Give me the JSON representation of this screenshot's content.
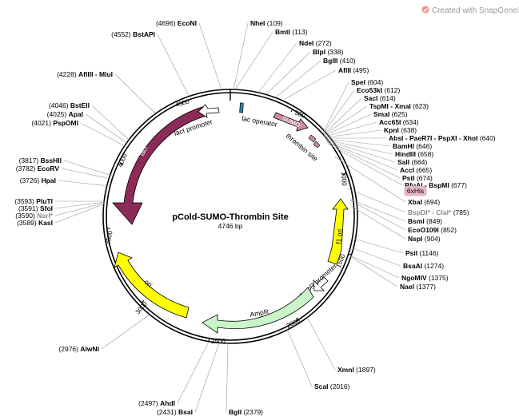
{
  "plasmid": {
    "name": "pCold-SUMO-Thrombin Site",
    "length_label": "4746 bp",
    "length": 4746
  },
  "watermark": {
    "text": "Created with SnapGene®"
  },
  "ticks": [
    "500",
    "1000",
    "1500",
    "2000",
    "2500",
    "3000",
    "3500",
    "4000",
    "4500"
  ],
  "features": {
    "laci": "lacI",
    "laci_promoter": "lacI promoter",
    "lac_operator": "lac operator",
    "sumo": "SUMO",
    "thrombin_site": "thrombin site",
    "sixhis": "6xHis",
    "f1_ori": "f1 ori",
    "ampr_promoter": "AmpR promoter",
    "ampr": "AmpR",
    "ori": "ori"
  },
  "sites": [
    {
      "id": "ecoNI",
      "name": "EcoNI",
      "pos": "(4696)"
    },
    {
      "id": "bstAPI",
      "name": "BstAPI",
      "pos": "(4552)"
    },
    {
      "id": "aflIII",
      "name": "AflIII - MluI",
      "pos": "(4228)"
    },
    {
      "id": "bstEII",
      "name": "BstEII",
      "pos": "(4046)"
    },
    {
      "id": "apaI",
      "name": "ApaI",
      "pos": "(4025)"
    },
    {
      "id": "pspOMI",
      "name": "PspOMI",
      "pos": "(4021)"
    },
    {
      "id": "bssHII",
      "name": "BssHII",
      "pos": "(3817)"
    },
    {
      "id": "ecoRV",
      "name": "EcoRV",
      "pos": "(3782)"
    },
    {
      "id": "hpaI",
      "name": "HpaI",
      "pos": "(3726)"
    },
    {
      "id": "pluTI",
      "name": "PluTI",
      "pos": "(3593)"
    },
    {
      "id": "sfoI",
      "name": "SfoI",
      "pos": "(3591)"
    },
    {
      "id": "narI",
      "name": "NarI*",
      "pos": "(3590)"
    },
    {
      "id": "kasI",
      "name": "KasI",
      "pos": "(3589)"
    },
    {
      "id": "alwNI",
      "name": "AlwNI",
      "pos": "(2976)"
    },
    {
      "id": "ahdI",
      "name": "AhdI",
      "pos": "(2497)"
    },
    {
      "id": "bsaI",
      "name": "BsaI",
      "pos": "(2431)"
    },
    {
      "id": "bglI",
      "name": "BglI",
      "pos": "(2379)"
    },
    {
      "id": "nheI",
      "name": "NheI",
      "pos": "(109)"
    },
    {
      "id": "bmtI",
      "name": "BmtI",
      "pos": "(113)"
    },
    {
      "id": "ndeI",
      "name": "NdeI",
      "pos": "(272)"
    },
    {
      "id": "blpI",
      "name": "BlpI",
      "pos": "(338)"
    },
    {
      "id": "bglII",
      "name": "BglII",
      "pos": "(410)"
    },
    {
      "id": "aflII",
      "name": "AflII",
      "pos": "(495)"
    },
    {
      "id": "speI",
      "name": "SpeI",
      "pos": "(604)"
    },
    {
      "id": "eco53kI",
      "name": "Eco53kI",
      "pos": "(612)"
    },
    {
      "id": "sacI",
      "name": "SacI",
      "pos": "(614)"
    },
    {
      "id": "tspMI",
      "name": "TspMI - XmaI",
      "pos": "(623)"
    },
    {
      "id": "smaI",
      "name": "SmaI",
      "pos": "(625)"
    },
    {
      "id": "acc65I",
      "name": "Acc65I",
      "pos": "(634)"
    },
    {
      "id": "kpnI",
      "name": "KpnI",
      "pos": "(638)"
    },
    {
      "id": "absI",
      "name": "AbsI - PaeR7I - PspXI - XhoI",
      "pos": "(640)"
    },
    {
      "id": "bamHI",
      "name": "BamHI",
      "pos": "(646)"
    },
    {
      "id": "hindIII",
      "name": "HindIII",
      "pos": "(658)"
    },
    {
      "id": "salI",
      "name": "SalI",
      "pos": "(664)"
    },
    {
      "id": "accI",
      "name": "AccI",
      "pos": "(665)"
    },
    {
      "id": "pstI",
      "name": "PstI",
      "pos": "(674)"
    },
    {
      "id": "bfuAI",
      "name": "BfuAI - BspMI",
      "pos": "(677)"
    },
    {
      "id": "xbaI",
      "name": "XbaI",
      "pos": "(694)"
    },
    {
      "id": "bspDI",
      "name": "BspDI* - ClaI*",
      "pos": "(785)"
    },
    {
      "id": "bsmI",
      "name": "BsmI",
      "pos": "(849)"
    },
    {
      "id": "ecoO109I",
      "name": "EcoO109I",
      "pos": "(852)"
    },
    {
      "id": "nspI",
      "name": "NspI",
      "pos": "(904)"
    },
    {
      "id": "psiI",
      "name": "PsiI",
      "pos": "(1146)"
    },
    {
      "id": "bsaAI",
      "name": "BsaAI",
      "pos": "(1274)"
    },
    {
      "id": "ngoMIV",
      "name": "NgoMIV",
      "pos": "(1375)"
    },
    {
      "id": "naeI",
      "name": "NaeI",
      "pos": "(1377)"
    },
    {
      "id": "xmnI",
      "name": "XmnI",
      "pos": "(1897)"
    },
    {
      "id": "scaI",
      "name": "ScaI",
      "pos": "(2016)"
    }
  ],
  "colors": {
    "laci": "#8c2a58",
    "yellow": "#ffff00",
    "sumo": "#c98aa2",
    "ampr": "#c9f5c9",
    "sixhis_fill": "#e8b8c8",
    "lac_operator": "#2e7fa0",
    "watermark_logo": "#f0948c"
  }
}
